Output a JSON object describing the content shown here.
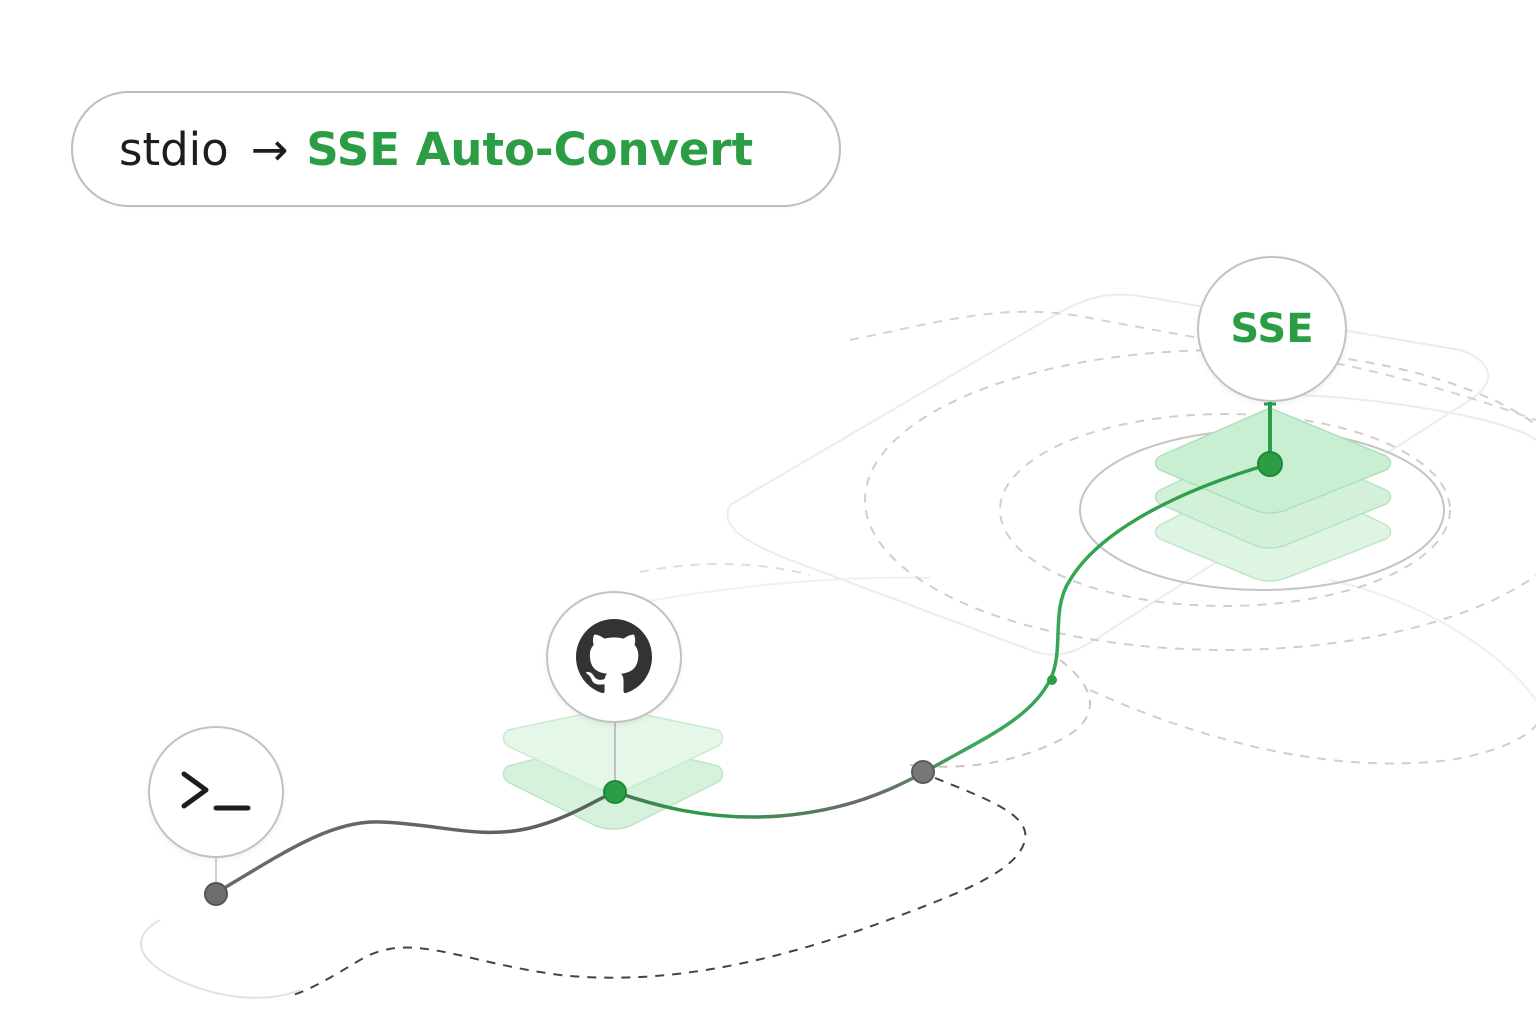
{
  "title": {
    "source": "stdio",
    "arrow": "→",
    "target": "SSE Auto-Convert"
  },
  "nodes": {
    "terminal": {
      "icon": "terminal-icon"
    },
    "github": {
      "icon": "github-icon"
    },
    "sse": {
      "label": "SSE"
    }
  },
  "colors": {
    "accent_green": "#2a9d45",
    "layer_green": "#c9efd2",
    "path_gray": "#666666",
    "outline_gray": "#c2c2c2",
    "dashed_gray": "#bdbdbd",
    "text_dark": "#1d1d1d"
  }
}
